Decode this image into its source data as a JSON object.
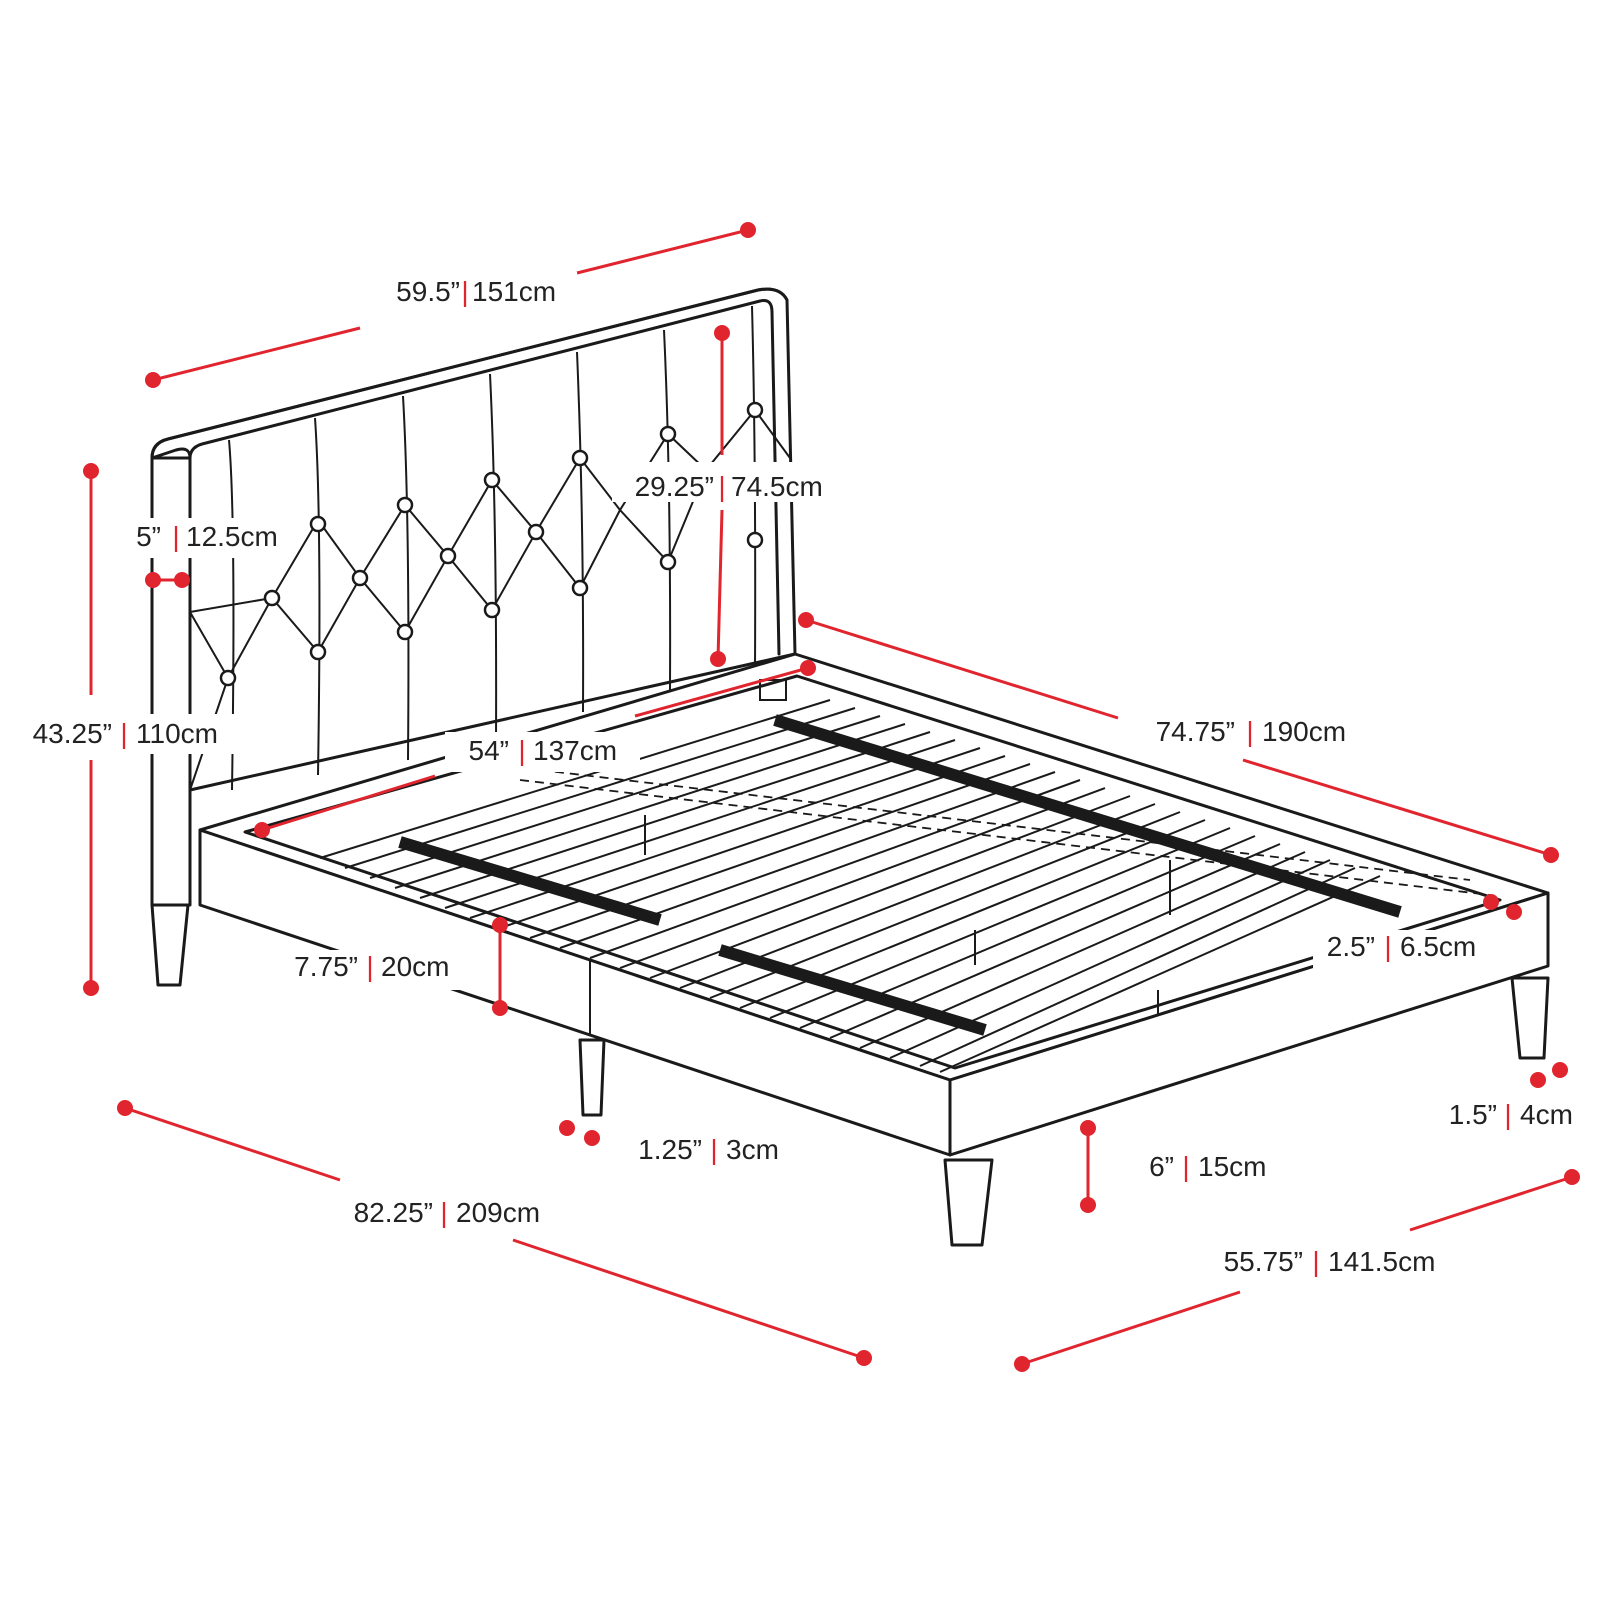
{
  "colors": {
    "dimension_accent": "#e0252e",
    "outline": "#1a1a1a",
    "background": "#ffffff"
  },
  "dimensions": {
    "headboard_width": {
      "inches": "59.5”",
      "cm": "151cm",
      "separator": "|"
    },
    "headboard_panel_height": {
      "inches": "29.25”",
      "cm": "74.5cm",
      "separator": "|"
    },
    "headboard_thickness": {
      "inches": "5”",
      "cm": "12.5cm",
      "separator": "|"
    },
    "overall_height": {
      "inches": "43.25”",
      "cm": "110cm",
      "separator": "|"
    },
    "inner_width": {
      "inches": "54”",
      "cm": "137cm",
      "separator": "|"
    },
    "inner_length": {
      "inches": "74.75”",
      "cm": "190cm",
      "separator": "|"
    },
    "frame_height": {
      "inches": "7.75”",
      "cm": "20cm",
      "separator": "|"
    },
    "slat_depth": {
      "inches": "2.5”",
      "cm": "6.5cm",
      "separator": "|"
    },
    "leg_width_front": {
      "inches": "1.25”",
      "cm": "3cm",
      "separator": "|"
    },
    "leg_width_rear": {
      "inches": "1.5”",
      "cm": "4cm",
      "separator": "|"
    },
    "leg_height": {
      "inches": "6”",
      "cm": "15cm",
      "separator": "|"
    },
    "overall_length": {
      "inches": "82.25”",
      "cm": "209cm",
      "separator": "|"
    },
    "overall_width": {
      "inches": "55.75”",
      "cm": "141.5cm",
      "separator": "|"
    }
  }
}
